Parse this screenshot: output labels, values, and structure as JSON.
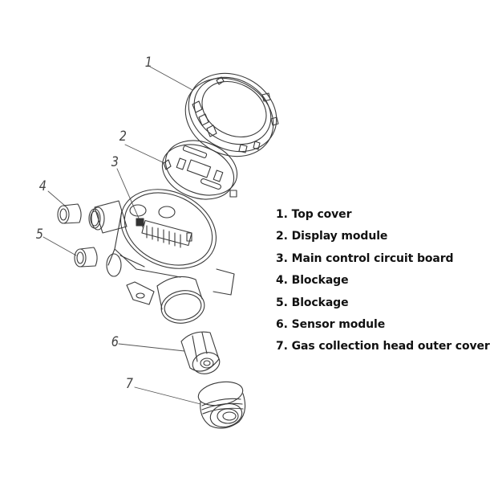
{
  "diagram": {
    "type": "exploded-view",
    "subject": "gas detector assembly",
    "callouts": [
      {
        "id": 1,
        "label": "1",
        "part": "Top cover"
      },
      {
        "id": 2,
        "label": "2",
        "part": "Display module"
      },
      {
        "id": 3,
        "label": "3",
        "part": "Main control circuit board"
      },
      {
        "id": 4,
        "label": "4",
        "part": "Blockage"
      },
      {
        "id": 5,
        "label": "5",
        "part": "Blockage"
      },
      {
        "id": 6,
        "label": "6",
        "part": "Sensor module"
      },
      {
        "id": 7,
        "label": "7",
        "part": "Gas collection head outer cover"
      }
    ]
  },
  "legend": {
    "items": [
      "1. Top cover",
      "2. Display module",
      "3. Main control circuit board",
      "4. Blockage",
      "5. Blockage",
      "6. Sensor module",
      "7. Gas collection head outer cover"
    ]
  },
  "colors": {
    "line": "#3a3a3a",
    "text": "#111111",
    "background": "#ffffff"
  }
}
